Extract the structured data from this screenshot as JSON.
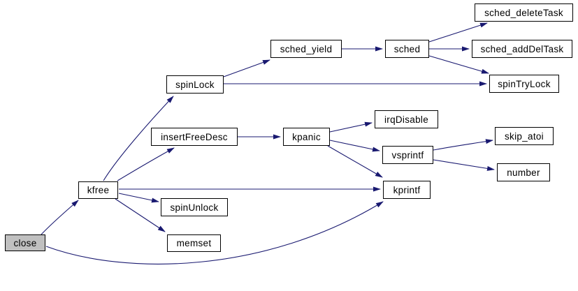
{
  "diagram": {
    "type": "call-graph",
    "colors": {
      "background": "#ffffff",
      "edge": "#191970",
      "node_border": "#000000",
      "node_fill": "#ffffff",
      "root_node_fill": "#c0c0c0",
      "text": "#000000"
    },
    "nodes": [
      {
        "id": "close",
        "label": "close",
        "root": true
      },
      {
        "id": "kfree",
        "label": "kfree",
        "root": false
      },
      {
        "id": "spinLock",
        "label": "spinLock",
        "root": false
      },
      {
        "id": "sched_yield",
        "label": "sched_yield",
        "root": false
      },
      {
        "id": "sched",
        "label": "sched",
        "root": false
      },
      {
        "id": "sched_deleteTask",
        "label": "sched_deleteTask",
        "root": false
      },
      {
        "id": "sched_addDelTask",
        "label": "sched_addDelTask",
        "root": false
      },
      {
        "id": "spinTryLock",
        "label": "spinTryLock",
        "root": false
      },
      {
        "id": "insertFreeDesc",
        "label": "insertFreeDesc",
        "root": false
      },
      {
        "id": "kpanic",
        "label": "kpanic",
        "root": false
      },
      {
        "id": "irqDisable",
        "label": "irqDisable",
        "root": false
      },
      {
        "id": "vsprintf",
        "label": "vsprintf",
        "root": false
      },
      {
        "id": "skip_atoi",
        "label": "skip_atoi",
        "root": false
      },
      {
        "id": "number",
        "label": "number",
        "root": false
      },
      {
        "id": "kprintf",
        "label": "kprintf",
        "root": false
      },
      {
        "id": "spinUnlock",
        "label": "spinUnlock",
        "root": false
      },
      {
        "id": "memset",
        "label": "memset",
        "root": false
      }
    ],
    "edges": [
      {
        "from": "close",
        "to": "kfree"
      },
      {
        "from": "close",
        "to": "kprintf"
      },
      {
        "from": "kfree",
        "to": "spinLock"
      },
      {
        "from": "kfree",
        "to": "insertFreeDesc"
      },
      {
        "from": "kfree",
        "to": "kprintf"
      },
      {
        "from": "kfree",
        "to": "spinUnlock"
      },
      {
        "from": "kfree",
        "to": "memset"
      },
      {
        "from": "spinLock",
        "to": "sched_yield"
      },
      {
        "from": "spinLock",
        "to": "spinTryLock"
      },
      {
        "from": "sched_yield",
        "to": "sched"
      },
      {
        "from": "sched",
        "to": "sched_deleteTask"
      },
      {
        "from": "sched",
        "to": "sched_addDelTask"
      },
      {
        "from": "sched",
        "to": "spinTryLock"
      },
      {
        "from": "insertFreeDesc",
        "to": "kpanic"
      },
      {
        "from": "kpanic",
        "to": "irqDisable"
      },
      {
        "from": "kpanic",
        "to": "vsprintf"
      },
      {
        "from": "kpanic",
        "to": "kprintf"
      },
      {
        "from": "vsprintf",
        "to": "skip_atoi"
      },
      {
        "from": "vsprintf",
        "to": "number"
      }
    ]
  }
}
